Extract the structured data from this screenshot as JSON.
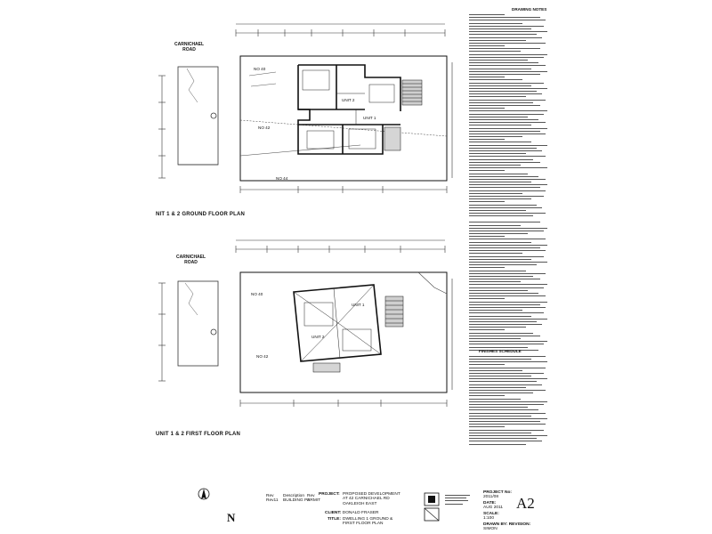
{
  "plans": {
    "ground": {
      "title": "NIT 1 & 2 GROUND FLOOR PLAN",
      "road_name": [
        "CARNICHAEL",
        "ROAD"
      ],
      "lot_labels": [
        "NO 40",
        "NO 42",
        "NO 44"
      ],
      "unit_labels": [
        "UNIT 2",
        "UNIT 1"
      ]
    },
    "first": {
      "title": "UNIT 1 & 2 FIRST FLOOR PLAN",
      "road_name": [
        "CARNICHAEL",
        "ROAD"
      ],
      "lot_labels": [
        "NO 40",
        "NO 42"
      ],
      "unit_labels": [
        "UNIT 1",
        "UNIT 2"
      ]
    }
  },
  "notes": {
    "heading": "DRAWING NOTES",
    "schedule_heading": "FINISHES SCHEDULE"
  },
  "title_block": {
    "north_letter": "N",
    "stage_label": "Rev",
    "stage_value": "Rev11",
    "desc_label": "Description",
    "desc_value": "BUILDING PERMIT",
    "by_label": "Rev",
    "by_value": "A",
    "project_label": "PROJECT:",
    "project_value": [
      "PROPOSED DEVELOPMENT",
      "AT 42 CARNICHAEL RD",
      "OAKLEIGH EAST"
    ],
    "client_label": "CLIENT:",
    "client_value": "DONALD FRASER",
    "title_label": "TITLE:",
    "title_value": [
      "DWELLING 1 GROUND &",
      "FIRST FLOOR PLAN"
    ],
    "project_no_label": "PROJECT No:",
    "project_no": "2011/08",
    "date_label": "DATE:",
    "date_value": "AUG 2011",
    "sheet": "A2",
    "scale_label": "SCALE:",
    "scale_value": "1:100",
    "drawn_label": "DRAWN BY:",
    "drawn_value": "SIMON",
    "revision_label": "REVISION:"
  }
}
